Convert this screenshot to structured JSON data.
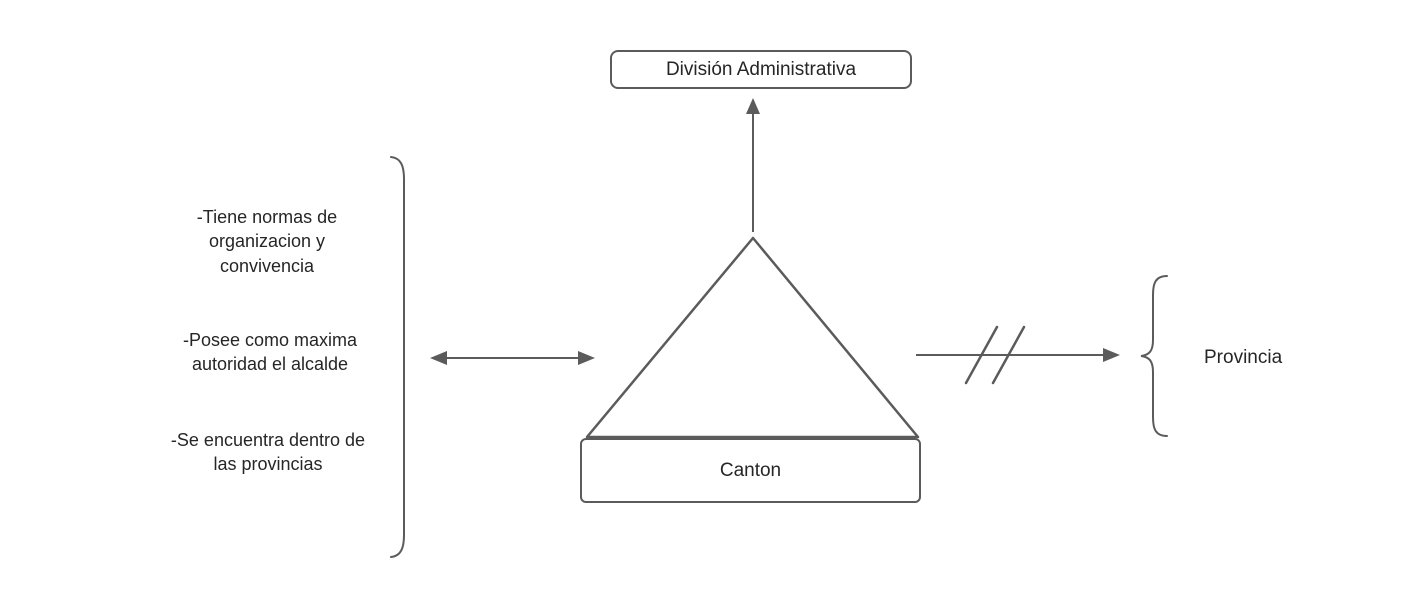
{
  "diagram": {
    "top_box": {
      "label": "División Administrativa"
    },
    "base_box": {
      "label": "Canton"
    },
    "left_bracket_notes": [
      "-Tiene normas de organizacion y convivencia",
      "-Posee como maxima autoridad el alcalde",
      "-Se encuentra dentro de las provincias"
    ],
    "right_label": "Provincia",
    "colors": {
      "stroke": "#5b5b5b",
      "text": "#262626",
      "background": "#ffffff"
    }
  }
}
